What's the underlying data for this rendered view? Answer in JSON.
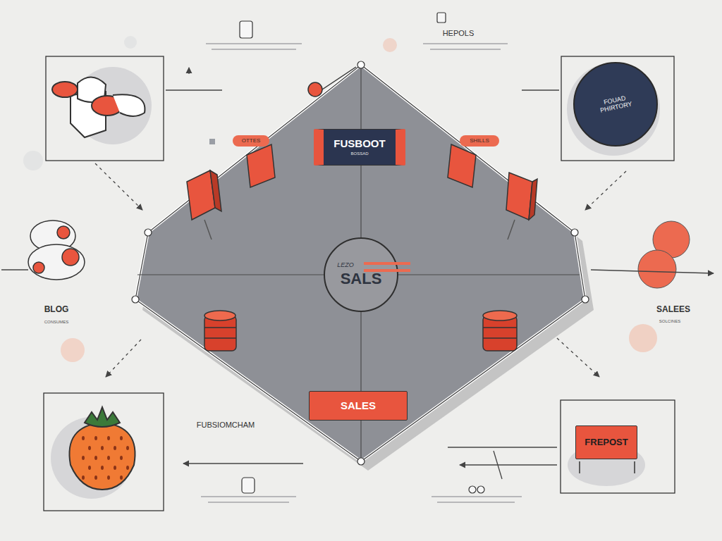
{
  "diagram": {
    "nodes": [
      {
        "text": [
          "FOUAD PHIRTORY"
        ]
      },
      {
        "text": [
          "FUSBOOT",
          "BOSSAD"
        ]
      },
      {
        "text": [
          "LEZO",
          "SALS"
        ]
      },
      {
        "text": [
          "SALES"
        ]
      },
      {
        "text": [
          "FREPOST"
        ]
      }
    ],
    "labels": [
      "HEPOLS",
      "OTTES",
      "SHILLS",
      "BLOG",
      "CONSUMES",
      "SALEES",
      "SOLCINES",
      "FUBSIOMCHAM"
    ]
  }
}
